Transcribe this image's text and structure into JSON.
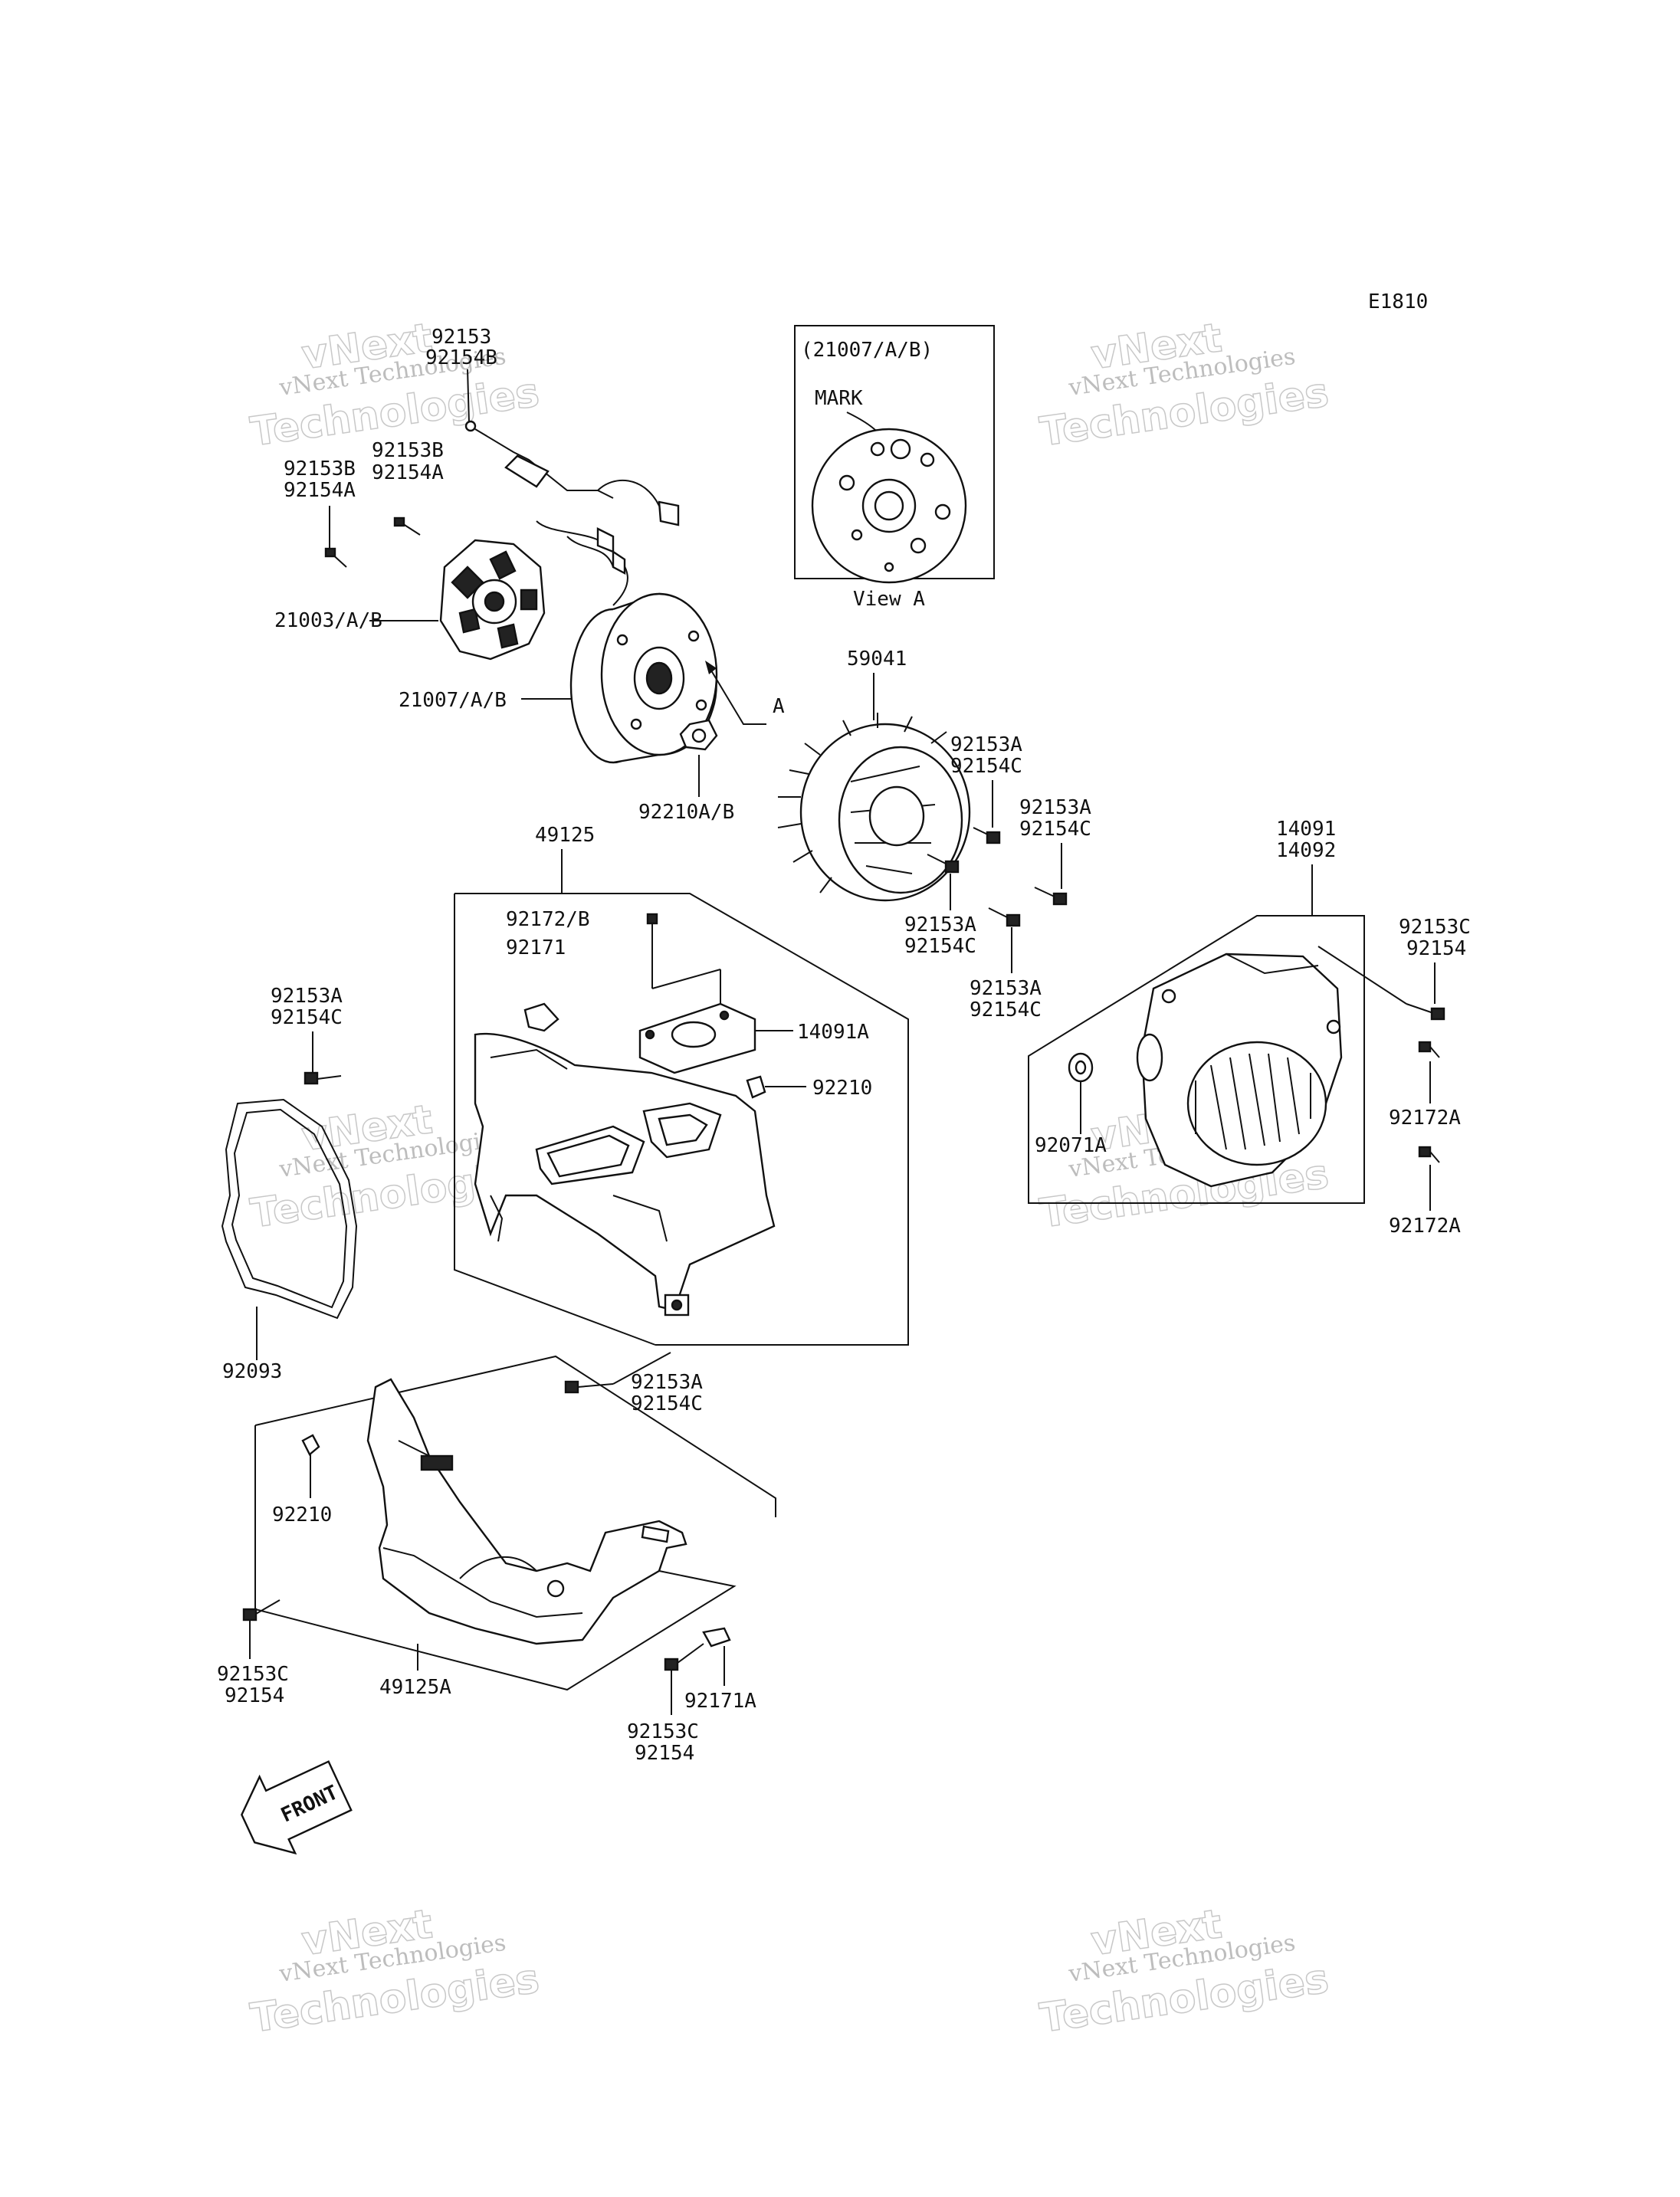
{
  "diagram_code": "E1810",
  "view_a": {
    "title": "(21007/A/B)",
    "mark": "MARK",
    "caption": "View A"
  },
  "arrow_letter": "A",
  "front_label": "FRONT",
  "watermark": {
    "line1": "vNext Technologies",
    "line2": "Technologies",
    "overlay": "vNext"
  },
  "labels": {
    "l92153_top": "92153",
    "l92154B_top": "92154B",
    "l92153B_a": "92153B",
    "l92154A_a": "92154A",
    "l92153B_b": "92153B",
    "l92154A_b": "92154A",
    "l21003": "21003/A/B",
    "l21007": "21007/A/B",
    "l92210AB": "92210A/B",
    "l59041": "59041",
    "l92153A_1": "92153A",
    "l92154C_1": "92154C",
    "l92153A_2": "92153A",
    "l92154C_2": "92154C",
    "l92153A_3": "92153A",
    "l92154C_3": "92154C",
    "l92153A_4": "92153A",
    "l92154C_4": "92154C",
    "l49125": "49125",
    "l92172B": "92172/B",
    "l92171": "92171",
    "l14091A": "14091A",
    "l92210_a": "92210",
    "l92153A_5": "92153A",
    "l92154C_5": "92154C",
    "l92093": "92093",
    "l92153A_6": "92153A",
    "l92154C_6": "92154C",
    "l14091": "14091",
    "l14092": "14092",
    "l92153C_a": "92153C",
    "l92154_a": "92154",
    "l92071A": "92071A",
    "l92172A_a": "92172A",
    "l92172A_b": "92172A",
    "l92210_b": "92210",
    "l92153C_b": "92153C",
    "l92154_b": "92154",
    "l49125A": "49125A",
    "l92171A": "92171A",
    "l92153C_c": "92153C",
    "l92154_c": "92154"
  }
}
